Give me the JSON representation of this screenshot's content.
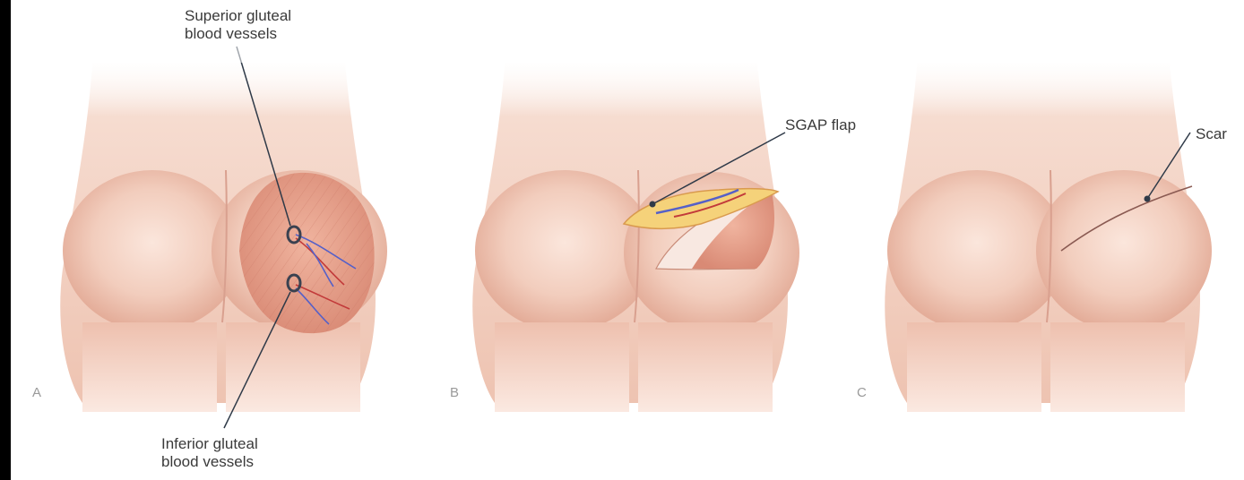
{
  "panels": [
    {
      "letter": "A"
    },
    {
      "letter": "B"
    },
    {
      "letter": "C"
    }
  ],
  "labels": {
    "superior_line1": "Superior gluteal",
    "superior_line2": "blood vessels",
    "inferior_line1": "Inferior gluteal",
    "inferior_line2": "blood vessels",
    "sgap": "SGAP flap",
    "scar": "Scar"
  },
  "colors": {
    "skin_light": "#f7ddd3",
    "skin_mid": "#eab9a6",
    "skin_shadow": "#d9998a",
    "muscle": "#e3957f",
    "vein": "#5560c8",
    "artery": "#c23a3a",
    "label_text": "#3a3a3a",
    "leader_line": "#2f3a48"
  }
}
